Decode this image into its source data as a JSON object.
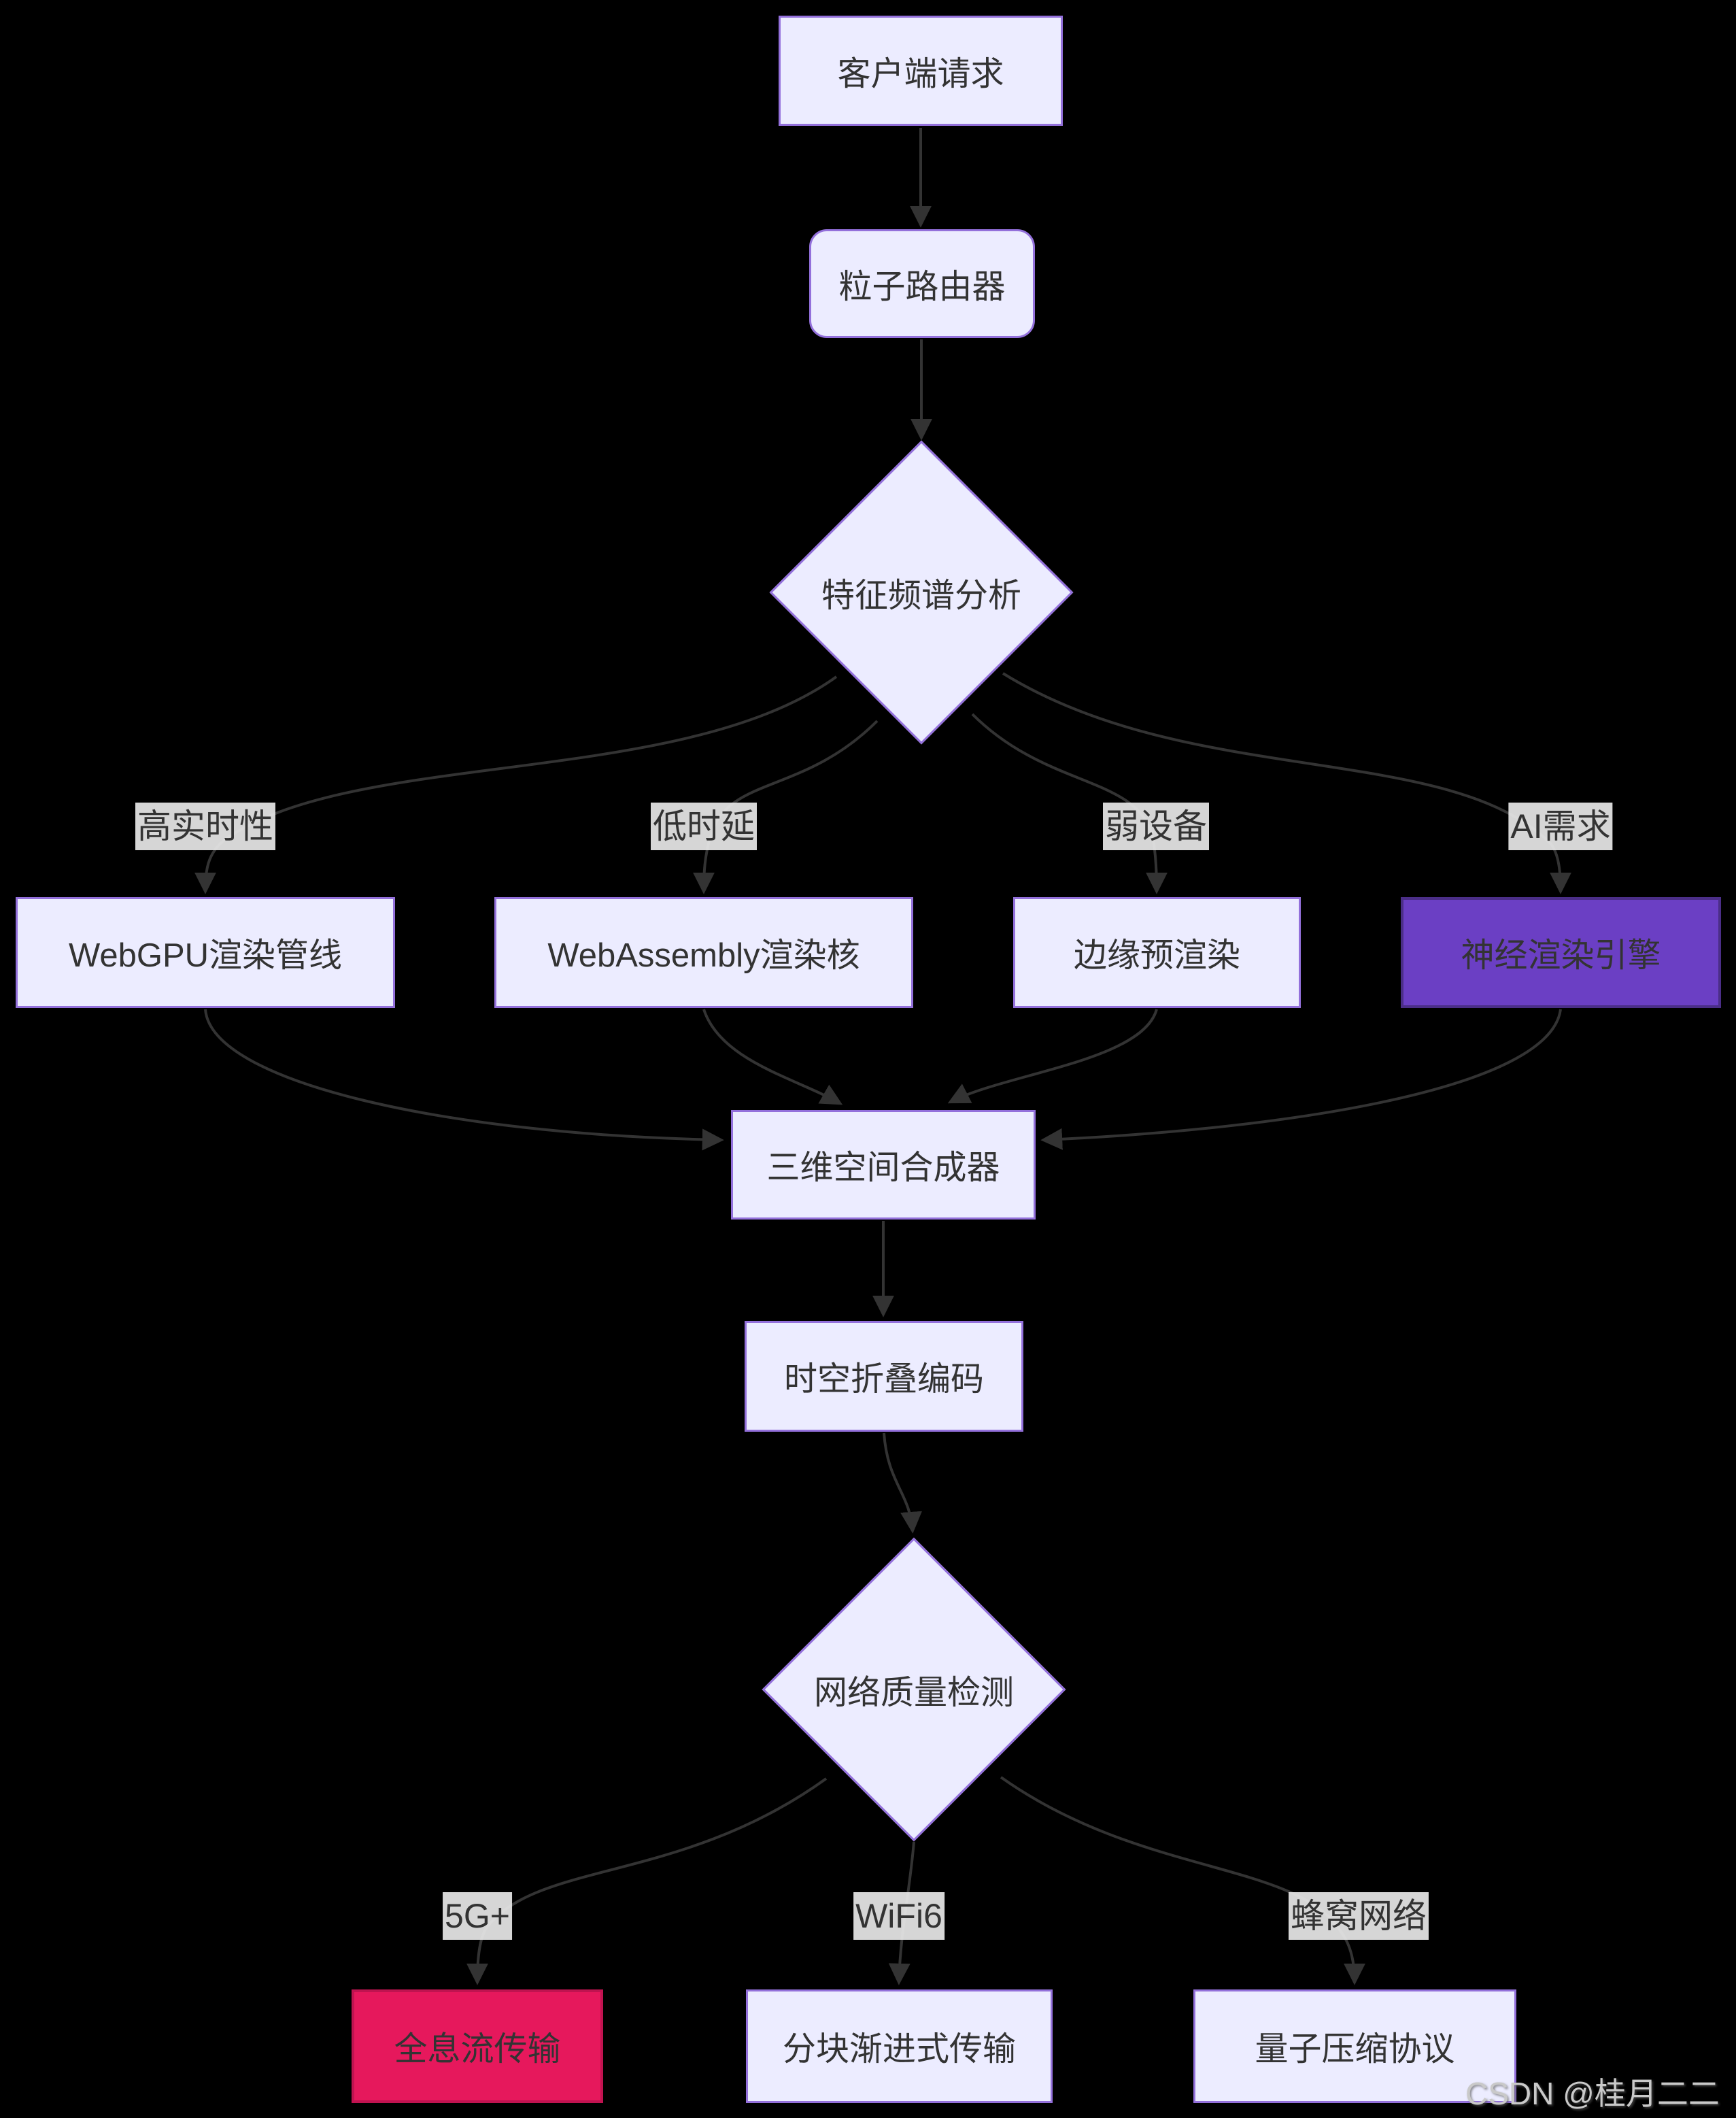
{
  "diagram": {
    "nodes": {
      "client_request": "客户端请求",
      "particle_router": "粒子路由器",
      "feature_spectrum": "特征频谱分析",
      "webgpu": "WebGPU渲染管线",
      "wasm": "WebAssembly渲染核",
      "edge_prerender": "边缘预渲染",
      "neural_engine": "神经渲染引擎",
      "spatial_synth": "三维空间合成器",
      "spacetime_encode": "时空折叠编码",
      "network_check": "网络质量检测",
      "holo_stream": "全息流传输",
      "chunked_transfer": "分块渐进式传输",
      "quantum_compress": "量子压缩协议"
    },
    "edge_labels": {
      "high_realtime": "高实时性",
      "low_latency": "低时延",
      "weak_device": "弱设备",
      "ai_demand": "AI需求",
      "g5": "5G+",
      "wifi6": "WiFi6",
      "cellular": "蜂窝网络"
    },
    "colors": {
      "background": "#000000",
      "node_fill": "#ECECFF",
      "node_border": "#9370DB",
      "accent_purple_fill": "#6B3FC4",
      "accent_purple_border": "#4B2E88",
      "accent_pink_fill": "#E6185C",
      "accent_pink_border": "#C01350",
      "edge_stroke": "#333333",
      "edge_label_bg": "#E8E8E8",
      "text": "#333333",
      "watermark_color": "#C9C9C9"
    },
    "watermark": "CSDN @桂月二二"
  }
}
